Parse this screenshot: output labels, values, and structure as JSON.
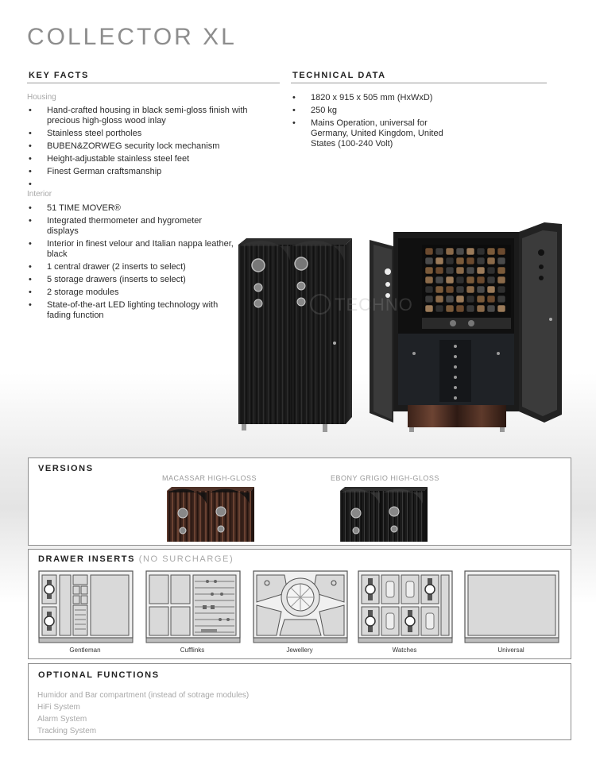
{
  "title": "COLLECTOR XL",
  "key_facts": {
    "heading": "KEY FACTS",
    "housing_label": "Housing",
    "housing_items": [
      "Hand-crafted housing in black semi-gloss finish with precious high-gloss wood inlay",
      "Stainless steel portholes",
      "BUBEN&ZORWEG security lock mechanism",
      "Height-adjustable stainless steel feet",
      "Finest German craftsmanship",
      ""
    ],
    "interior_label": "Interior",
    "interior_items": [
      "51 TIME MOVER®",
      "Integrated thermometer and hygrometer displays",
      "Interior in finest velour and Italian nappa leather, black",
      "1 central drawer (2 inserts to select)",
      "5 storage drawers (inserts to select)",
      "2 storage modules",
      "State-of-the-art LED lighting technology with fading function"
    ]
  },
  "technical_data": {
    "heading": "TECHNICAL DATA",
    "items": [
      "1820 x 915 x 505 mm (HxWxD)",
      "250 kg",
      "Mains Operation, universal for Germany, United Kingdom, United States (100-240 Volt)"
    ]
  },
  "watermark": "TECHNO",
  "versions": {
    "heading": "VERSIONS",
    "items": [
      {
        "label": "MACASSAR HIGH-GLOSS"
      },
      {
        "label": "EBONY GRIGIO HIGH-GLOSS"
      }
    ]
  },
  "drawer_inserts": {
    "heading": "DRAWER INSERTS",
    "note": "(NO SURCHARGE)",
    "items": [
      {
        "label": "Gentleman"
      },
      {
        "label": "Cufflinks"
      },
      {
        "label": "Jewellery"
      },
      {
        "label": "Watches"
      },
      {
        "label": "Universal"
      }
    ]
  },
  "optional_functions": {
    "heading": "OPTIONAL FUNCTIONS",
    "items": [
      "Humidor and Bar compartment (instead of sotrage modules)",
      "HiFi System",
      "Alarm System",
      "Tracking System"
    ]
  },
  "colors": {
    "title_gray": "#8d8d8d",
    "subtle_gray": "#a8a8a8",
    "cabinet_dark": "#1e1e1e",
    "macassar_wood": "#4a2e24",
    "frame_gray": "#8e8e8e"
  }
}
